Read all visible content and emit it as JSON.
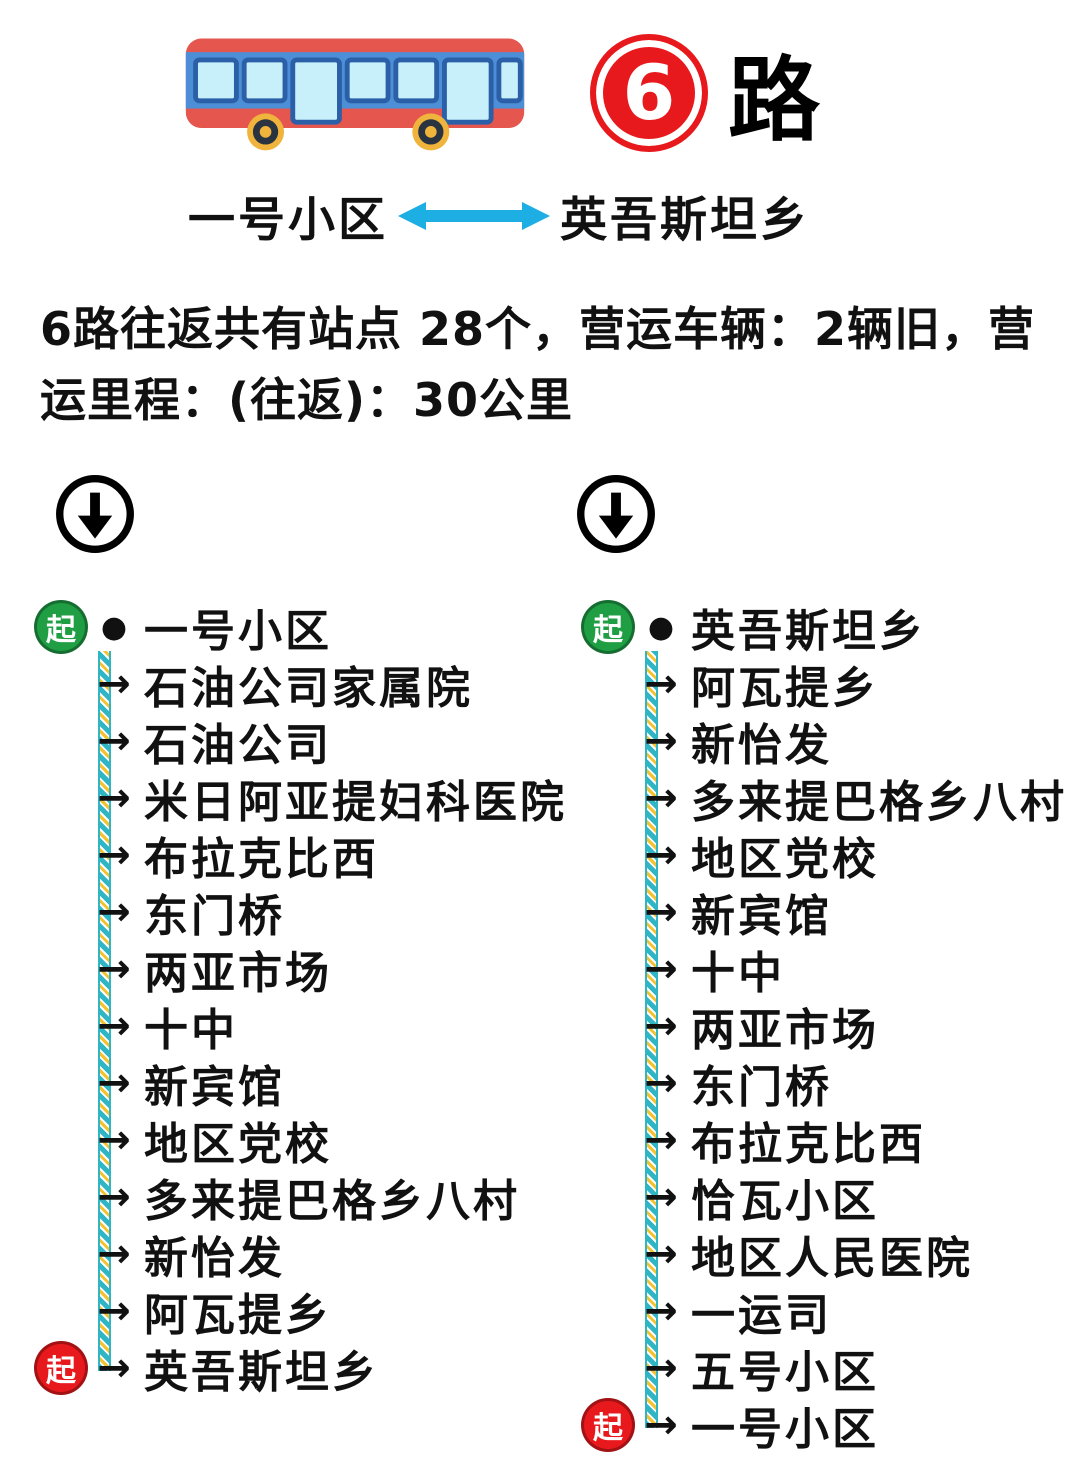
{
  "header": {
    "route_number": "6",
    "route_suffix": "路",
    "origin": "一号小区",
    "destination": "英吾斯坦乡"
  },
  "summary": {
    "line1": "6路往返共有站点 28个，营运车辆：2辆旧，营",
    "line2": "运里程：(往返)：30公里"
  },
  "markers": {
    "dot": "●",
    "arrow": "→"
  },
  "badges": {
    "label": "起",
    "start_color": "#1f9e44",
    "return_color": "#e8191c"
  },
  "colors": {
    "route_red": "#e8191c",
    "arrow_blue": "#1daee3",
    "line_teal": "#2fb5c4",
    "line_yellow": "#f2c230",
    "bus_blue": "#4d8fd6",
    "bus_red": "#e4564e"
  },
  "columns": [
    {
      "name": "outbound",
      "stations": [
        {
          "label": "一号小区",
          "badge": "start",
          "marker": "dot"
        },
        {
          "label": "石油公司家属院",
          "marker": "arrow"
        },
        {
          "label": "石油公司",
          "marker": "arrow"
        },
        {
          "label": "米日阿亚提妇科医院",
          "marker": "arrow"
        },
        {
          "label": "布拉克比西",
          "marker": "arrow"
        },
        {
          "label": "东门桥",
          "marker": "arrow"
        },
        {
          "label": "两亚市场",
          "marker": "arrow"
        },
        {
          "label": "十中",
          "marker": "arrow"
        },
        {
          "label": "新宾馆",
          "marker": "arrow"
        },
        {
          "label": "地区党校",
          "marker": "arrow"
        },
        {
          "label": "多来提巴格乡八村",
          "marker": "arrow"
        },
        {
          "label": "新怡发",
          "marker": "arrow"
        },
        {
          "label": "阿瓦提乡",
          "marker": "arrow"
        },
        {
          "label": "英吾斯坦乡",
          "badge": "return",
          "marker": "arrow"
        }
      ]
    },
    {
      "name": "return",
      "stations": [
        {
          "label": "英吾斯坦乡",
          "badge": "start",
          "marker": "dot"
        },
        {
          "label": "阿瓦提乡",
          "marker": "arrow"
        },
        {
          "label": "新怡发",
          "marker": "arrow"
        },
        {
          "label": "多来提巴格乡八村",
          "marker": "arrow"
        },
        {
          "label": "地区党校",
          "marker": "arrow"
        },
        {
          "label": "新宾馆",
          "marker": "arrow"
        },
        {
          "label": "十中",
          "marker": "arrow"
        },
        {
          "label": "两亚市场",
          "marker": "arrow"
        },
        {
          "label": "东门桥",
          "marker": "arrow"
        },
        {
          "label": "布拉克比西",
          "marker": "arrow"
        },
        {
          "label": "恰瓦小区",
          "marker": "arrow"
        },
        {
          "label": "地区人民医院",
          "marker": "arrow"
        },
        {
          "label": "一运司",
          "marker": "arrow"
        },
        {
          "label": "五号小区",
          "marker": "arrow"
        },
        {
          "label": "一号小区",
          "badge": "return",
          "marker": "arrow"
        }
      ]
    }
  ]
}
